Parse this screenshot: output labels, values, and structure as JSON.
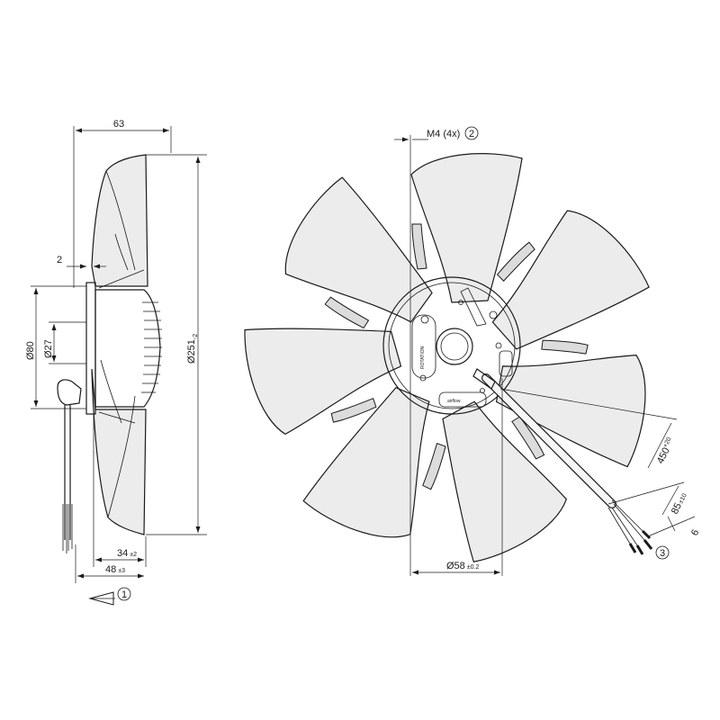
{
  "side_view": {
    "dim_width": "63",
    "dim_offset": "2",
    "dim_diameter_outer": "Ø251",
    "dim_diameter_outer_tol": "-2",
    "dim_diameter_80": "Ø80",
    "dim_diameter_27": "Ø27",
    "dim_34": "34",
    "dim_34_tol": "±2",
    "dim_48": "48",
    "dim_48_tol": "±3",
    "callout_1": "1"
  },
  "front_view": {
    "screw_label": "M4 (4x)",
    "callout_2": "2",
    "cable_length": "450",
    "cable_length_tol": "+20",
    "strip_length": "85",
    "strip_length_tol": "±10",
    "wire_end": "6",
    "callout_3": "3",
    "dim_hub": "Ø58",
    "dim_hub_tol": "±0.2",
    "hub_label_1": "ROTATION",
    "hub_label_2": "airflow"
  }
}
